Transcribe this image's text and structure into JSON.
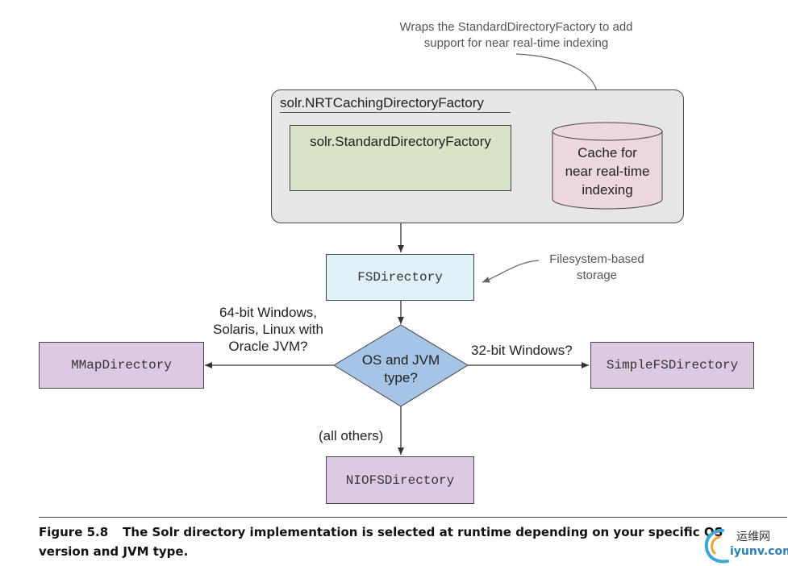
{
  "annotations": {
    "nrt_wrap": [
      "Wraps the StandardDirectoryFactory to add",
      "support for near real-time indexing"
    ],
    "filesystem": [
      "Filesystem-based",
      "storage"
    ]
  },
  "nodes": {
    "nrt_factory": "solr.NRTCachingDirectoryFactory",
    "standard_factory": "solr.StandardDirectoryFactory",
    "cache": [
      "Cache for",
      "near real-time",
      "indexing"
    ],
    "fsdirectory": "FSDirectory",
    "decision": [
      "OS and JVM",
      "type?"
    ],
    "mmap": "MMapDirectory",
    "simplefs": "SimpleFSDirectory",
    "niofs": "NIOFSDirectory"
  },
  "edge_labels": {
    "mmap": [
      "64-bit Windows,",
      "Solaris, Linux with",
      "Oracle JVM?"
    ],
    "simplefs": "32-bit Windows?",
    "niofs": "(all others)"
  },
  "caption": {
    "number": "Figure 5.8",
    "text_line1": "The Solr directory implementation is selected at runtime depending on your specific OS",
    "text_line2": "version and JVM type."
  },
  "watermark": {
    "cn": "运维网",
    "url": "iyunv.com"
  },
  "colors": {
    "outer_box": "#e6e6e9",
    "standard_box": "#d9e3c8",
    "cache_cylinder": "#ecd7dd",
    "fsdirectory_box": "#dff0f7",
    "decision_diamond": "#a6c4e5",
    "leaf_box": "#ddc9e1"
  }
}
